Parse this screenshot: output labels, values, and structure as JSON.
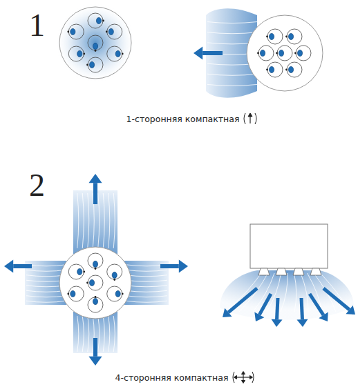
{
  "diagram": {
    "labels": [
      "1",
      "1-сторонняя компактная",
      "2",
      "4-сторонняя компактная"
    ]
  }
}
